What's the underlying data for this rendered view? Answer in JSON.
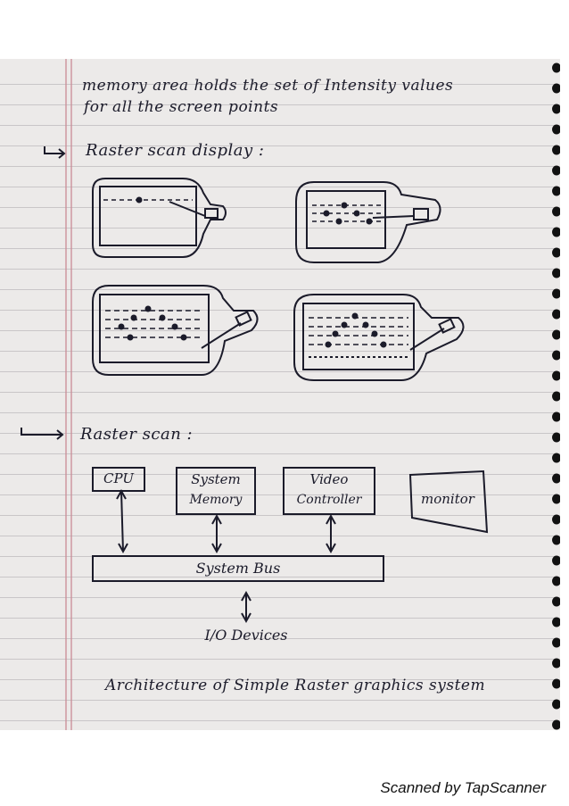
{
  "notes": {
    "line1": "memory area holds the set of Intensity values",
    "line2": "for all the screen points",
    "heading_display": "Raster scan display :",
    "heading_scan": "Raster scan :"
  },
  "diagram": {
    "cpu": "CPU",
    "system_memory": [
      "System",
      "Memory"
    ],
    "video_controller": [
      "Video",
      "Controller"
    ],
    "monitor": "monitor",
    "system_bus": "System Bus",
    "io_devices": "I/O Devices",
    "caption": "Architecture of Simple Raster graphics system"
  },
  "footer": "Scanned by TapScanner",
  "colors": {
    "ink": "#1b1b2a",
    "paper": "#eceae9",
    "margin_line": "#c98b96",
    "rule_line": "#c9c6c8"
  }
}
